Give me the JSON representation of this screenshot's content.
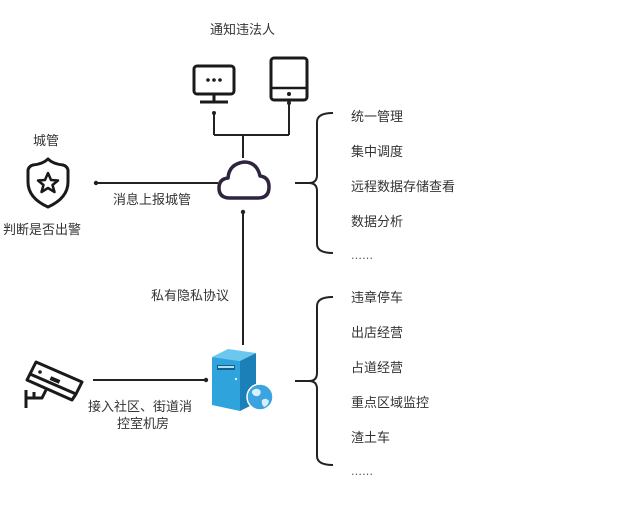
{
  "title": "通知违法人",
  "colors": {
    "line": "#222222",
    "cloud": "#2f2440",
    "server_blue": "#2b9fd9",
    "server_blue_dark": "#1b7fb8",
    "globe": "#3aa3e0"
  },
  "nodes": {
    "notify": {
      "label": "通知违法人",
      "icons": [
        "monitor-icon",
        "tablet-icon"
      ]
    },
    "urban_mgmt": {
      "label": "城管",
      "sublabel": "判断是否出警",
      "icon": "shield-star-icon"
    },
    "cloud": {
      "icon": "cloud-icon"
    },
    "server": {
      "icon": "server-globe-icon"
    },
    "camera": {
      "icon": "security-camera-icon"
    }
  },
  "edges": {
    "cloud_to_urban": "消息上报城管",
    "server_to_cloud": "私有隐私协议",
    "camera_to_server_line1": "接入社区、街道消",
    "camera_to_server_line2": "控室机房"
  },
  "cloud_functions": {
    "items": [
      "统一管理",
      "集中调度",
      "远程数据存储查看",
      "数据分析"
    ],
    "more": "……"
  },
  "server_functions": {
    "items": [
      "违章停车",
      "出店经营",
      "占道经营",
      "重点区域监控",
      "渣土车"
    ],
    "more": "……"
  }
}
